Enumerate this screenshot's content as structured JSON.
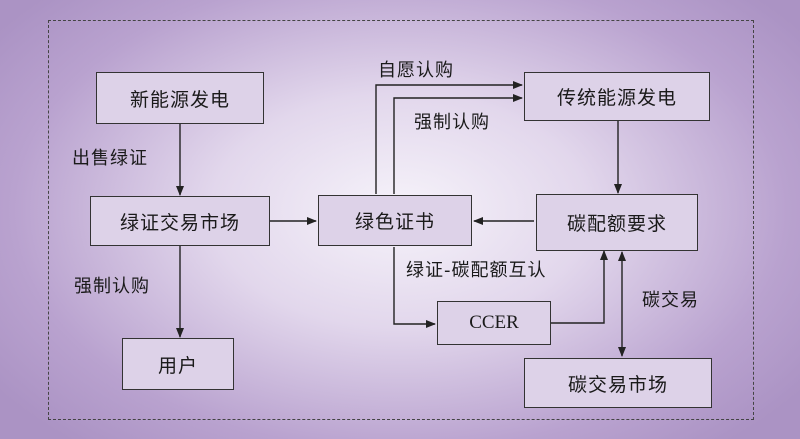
{
  "nodes": {
    "new_energy": "新能源发电",
    "gc_market": "绿证交易市场",
    "user": "用户",
    "green_cert": "绿色证书",
    "traditional": "传统能源发电",
    "carbon_quota": "碳配额要求",
    "ccer": "CCER",
    "carbon_market": "碳交易市场"
  },
  "edges": {
    "sell_gc": "出售绿证",
    "mandatory_left": "强制认购",
    "voluntary": "自愿认购",
    "mandatory_top": "强制认购",
    "mutual": "绿证-碳配额互认",
    "carbon_trade": "碳交易"
  }
}
